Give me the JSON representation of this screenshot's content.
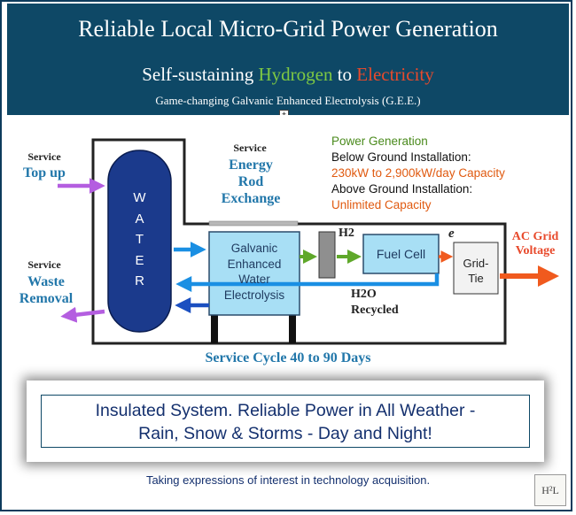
{
  "header": {
    "title": "Reliable Local Micro-Grid Power Generation",
    "subtitle_pre": "Self-sustaining ",
    "subtitle_h": "Hydrogen",
    "subtitle_mid": " to ",
    "subtitle_e": "Electricity",
    "tagline": "Game-changing Galvanic Enhanced Electrolysis  (G.E.E.)",
    "plus_symbol": "+"
  },
  "diagram": {
    "service_topup": {
      "small": "Service",
      "big": "Top up"
    },
    "service_waste": {
      "small": "Service",
      "big_line1": "Waste",
      "big_line2": "Removal"
    },
    "service_rod": {
      "small": "Service",
      "big_line1": "Energy",
      "big_line2": "Rod",
      "big_line3": "Exchange"
    },
    "water_letters": [
      "W",
      "A",
      "T",
      "E",
      "R"
    ],
    "electrolysis_lines": [
      "Galvanic",
      "Enhanced",
      "Water",
      "Electrolysis"
    ],
    "h2_label": "H2",
    "fuel_cell_label": "Fuel Cell",
    "e_label": "e",
    "grid_tie_lines": [
      "Grid-",
      "Tie"
    ],
    "ac_grid_lines": [
      "AC Grid",
      "Voltage"
    ],
    "h2o_lines": [
      "H2O",
      "Recycled"
    ],
    "service_cycle": "Service Cycle 40 to 90 Days",
    "power_generation": {
      "heading": "Power Generation",
      "below_label": "Below Ground Installation:",
      "below_value": "230kW to 2,900kW/day Capacity",
      "above_label": "Above Ground Installation:",
      "above_value": "Unlimited Capacity"
    }
  },
  "banner": {
    "line1": "Insulated System. Reliable Power in All Weather -",
    "line2": "Rain, Snow & Storms - Day and Night!"
  },
  "footer": {
    "text": "Taking expressions of interest in technology acquisition.",
    "logo_text": "H²L"
  },
  "colors": {
    "header_bg": "#0e4866",
    "hydrogen_green": "#7ec843",
    "electricity_red": "#e84a2c",
    "water_tank": "#1b3a8c",
    "electrolysis_box": "#a8dff5",
    "fuel_cell_box": "#a8dff5",
    "arrow_blue": "#1a8fe3",
    "arrow_purple": "#b45ee0",
    "arrow_orange": "#f05a1e",
    "arrow_green": "#5fa82a",
    "text_blue": "#2277aa",
    "pg_green": "#4a8a1c",
    "pg_orange": "#e05a10"
  }
}
